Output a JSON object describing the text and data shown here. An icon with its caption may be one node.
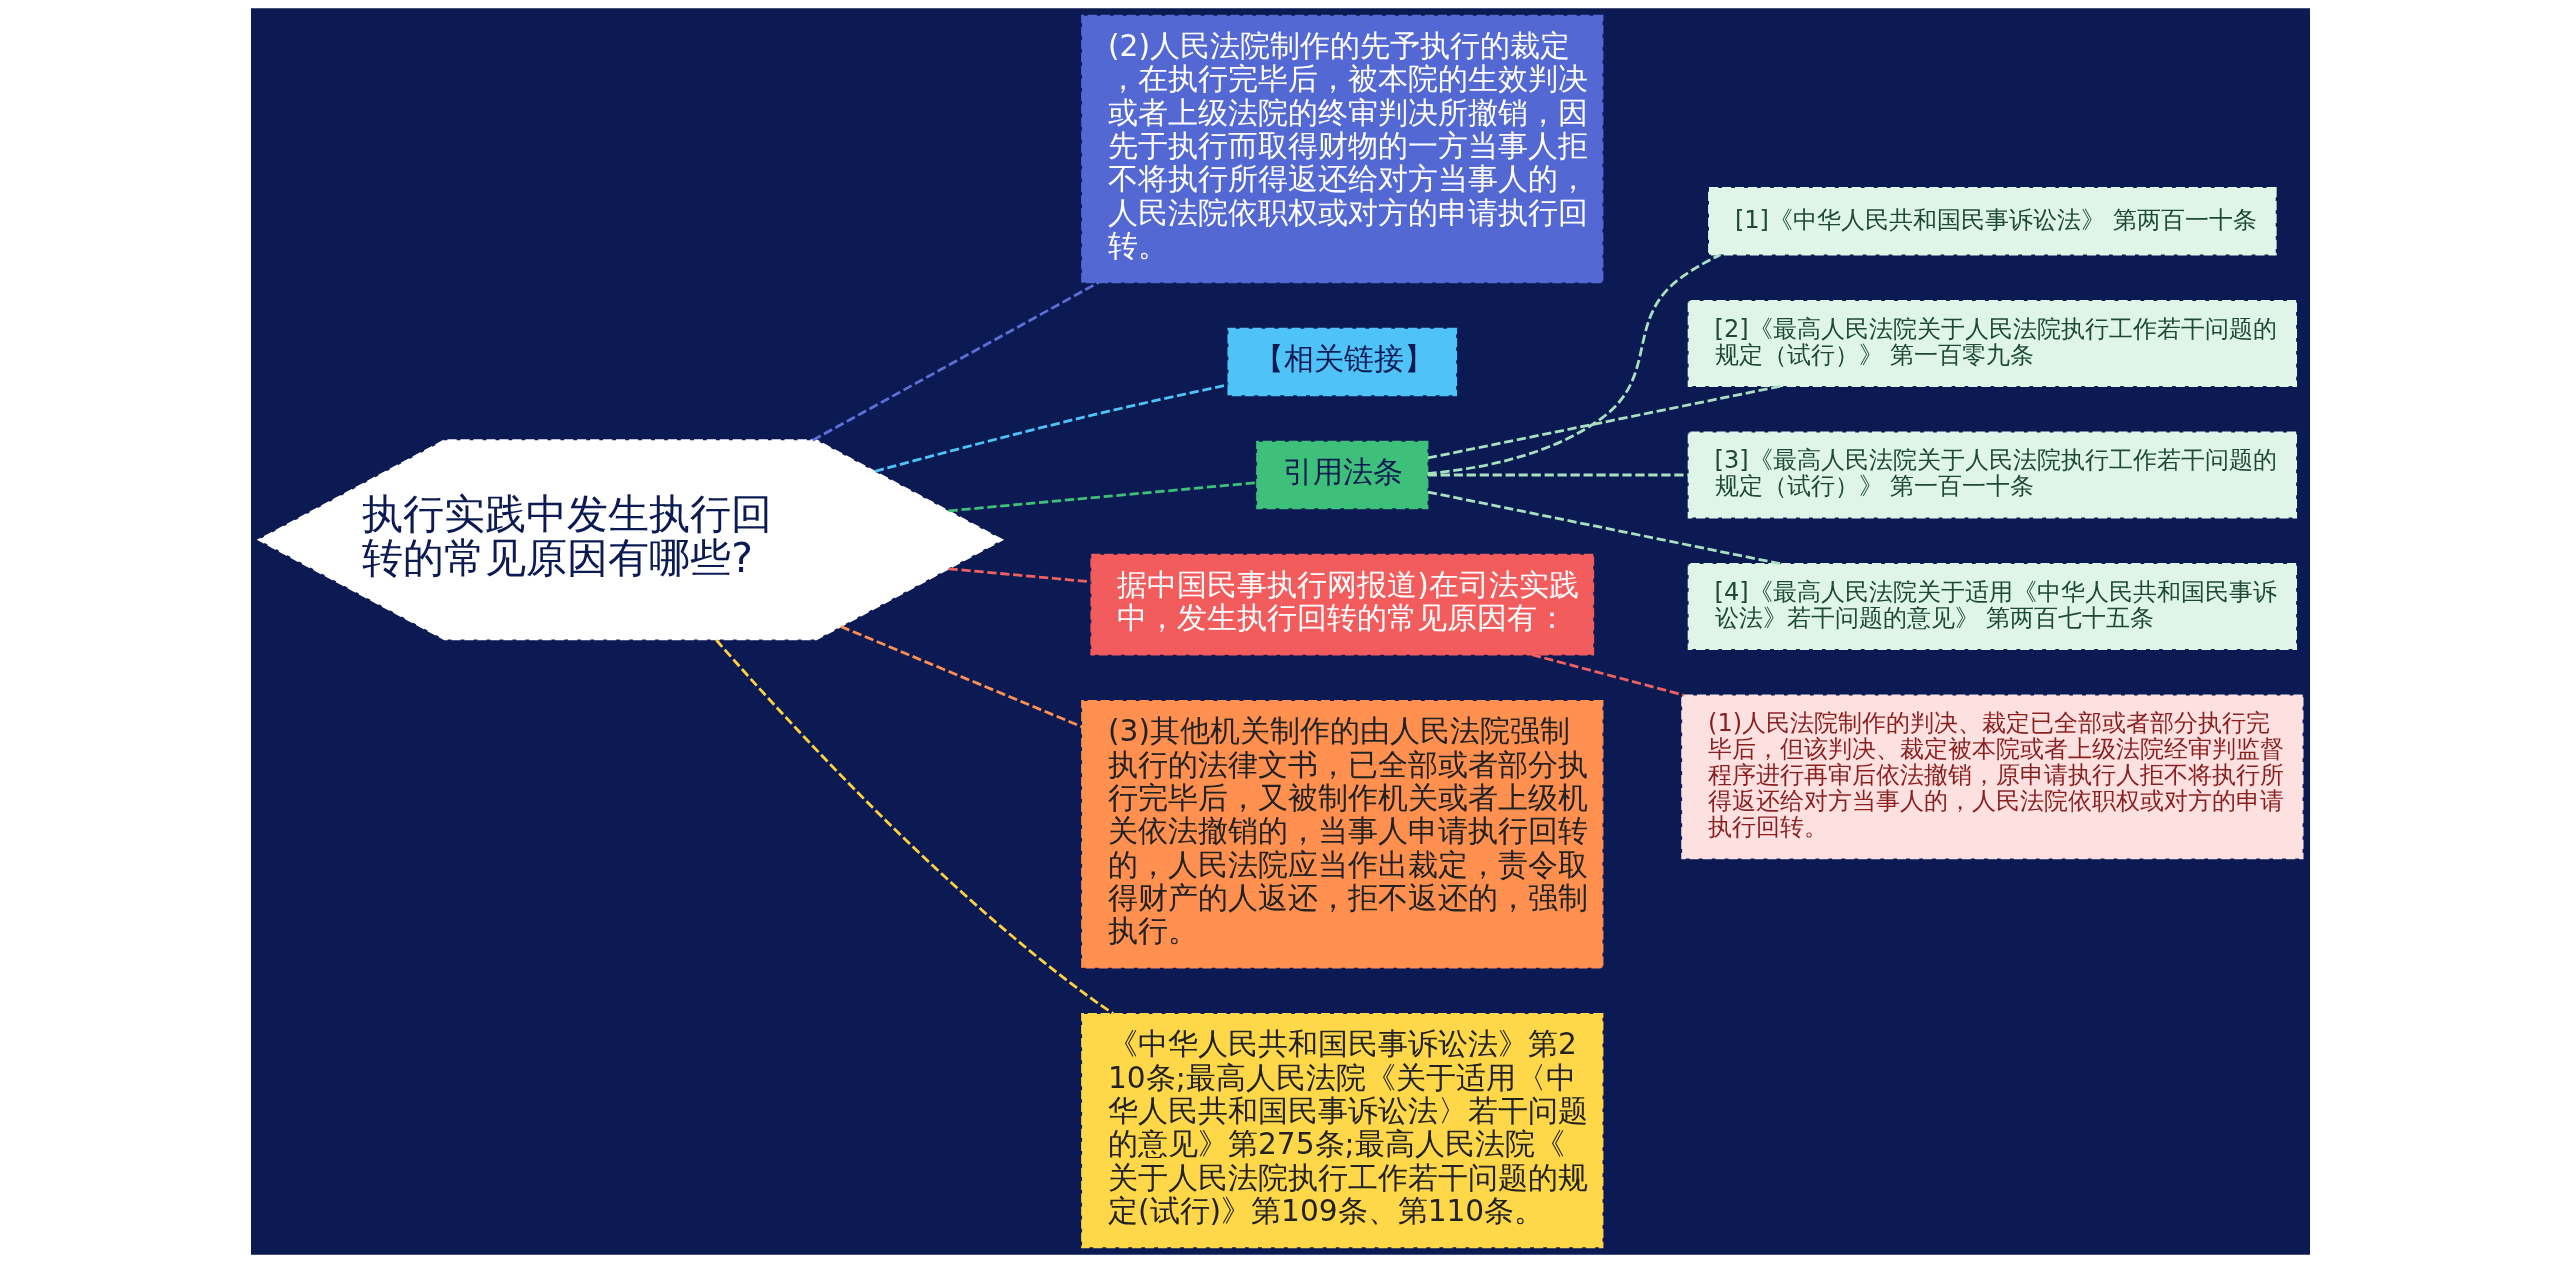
{
  "diagram": {
    "nodes": [
      {
        "text": [
          "执行实践中发生执行回转的常见原因有哪些?"
        ]
      },
      {
        "text": [
          "(2)人民法院制作的先予执行的裁定，在执行完毕后，被本院的生效判决或者上级法院的终审判决所撤销，因先于执行而取得财物的一方当事人拒不将执行所得返还给对方当事人的，人民法院依职权或对方的申请执行回转。"
        ]
      },
      {
        "text": [
          "【相关链接】"
        ]
      },
      {
        "text": [
          "引用法条"
        ]
      },
      {
        "text": [
          "[1]《中华人民共和国民事诉讼法》 第两百一十条"
        ]
      },
      {
        "text": [
          "[2]《最高人民法院关于人民法院执行工作若干问题的规定（试行）》 第一百零九条"
        ]
      },
      {
        "text": [
          "[3]《最高人民法院关于人民法院执行工作若干问题的规定（试行）》 第一百一十条"
        ]
      },
      {
        "text": [
          "[4]《最高人民法院关于适用《中华人民共和国民事诉讼法》若干问题的意见》 第两百七十五条"
        ]
      },
      {
        "text": [
          "据中国民事执行网报道)在司法实践中，发生执行回转的常见原因有："
        ]
      },
      {
        "text": [
          "(1)人民法院制作的判决、裁定已全部或者部分执行完毕后，但该判决、裁定被本院或者上级法院经审判监督程序进行再审后依法撤销，原申请执行人拒不将执行所得返还给对方当事人的，人民法院依职权或对方的申请执行回转。"
        ]
      },
      {
        "text": [
          "(3)其他机关制作的由人民法院强制执行的法律文书，已全部或者部分执行完毕后，又被制作机关或者上级机关依法撤销的，当事人申请执行回转的，人民法院应当作出裁定，责令取得财产的人返还，拒不返还的，强制执行。"
        ]
      },
      {
        "text": [
          "《中华人民共和国民事诉讼法》第210条;最高人民法院《关于适用〈中华人民共和国民事诉讼法〉若干问题的意见》第275条;最高人民法院《关于人民法院执行工作若干问题的规定(试行)》第109条、第110条。"
        ]
      }
    ],
    "edges": [
      {
        "from": 0,
        "to": 1,
        "arrow": "none",
        "style": "dashed",
        "color": "#5b6fd6"
      },
      {
        "from": 0,
        "to": 2,
        "arrow": "none",
        "style": "dashed",
        "color": "#4fc3f7"
      },
      {
        "from": 0,
        "to": 3,
        "arrow": "none",
        "style": "dashed",
        "color": "#3fc07a"
      },
      {
        "from": 3,
        "to": 4,
        "arrow": "none",
        "style": "dashed",
        "color": "#a8e0c0"
      },
      {
        "from": 3,
        "to": 5,
        "arrow": "none",
        "style": "dashed",
        "color": "#a8e0c0"
      },
      {
        "from": 3,
        "to": 6,
        "arrow": "none",
        "style": "dashed",
        "color": "#a8e0c0"
      },
      {
        "from": 3,
        "to": 7,
        "arrow": "none",
        "style": "dashed",
        "color": "#a8e0c0"
      },
      {
        "from": 0,
        "to": 8,
        "arrow": "none",
        "style": "dashed",
        "color": "#f06060"
      },
      {
        "from": 8,
        "to": 9,
        "arrow": "none",
        "style": "dashed",
        "color": "#f06060"
      },
      {
        "from": 0,
        "to": 10,
        "arrow": "none",
        "style": "dashed",
        "color": "#ff9050"
      },
      {
        "from": 0,
        "to": 11,
        "arrow": "none",
        "style": "dashed",
        "color": "#ffd040"
      }
    ]
  }
}
